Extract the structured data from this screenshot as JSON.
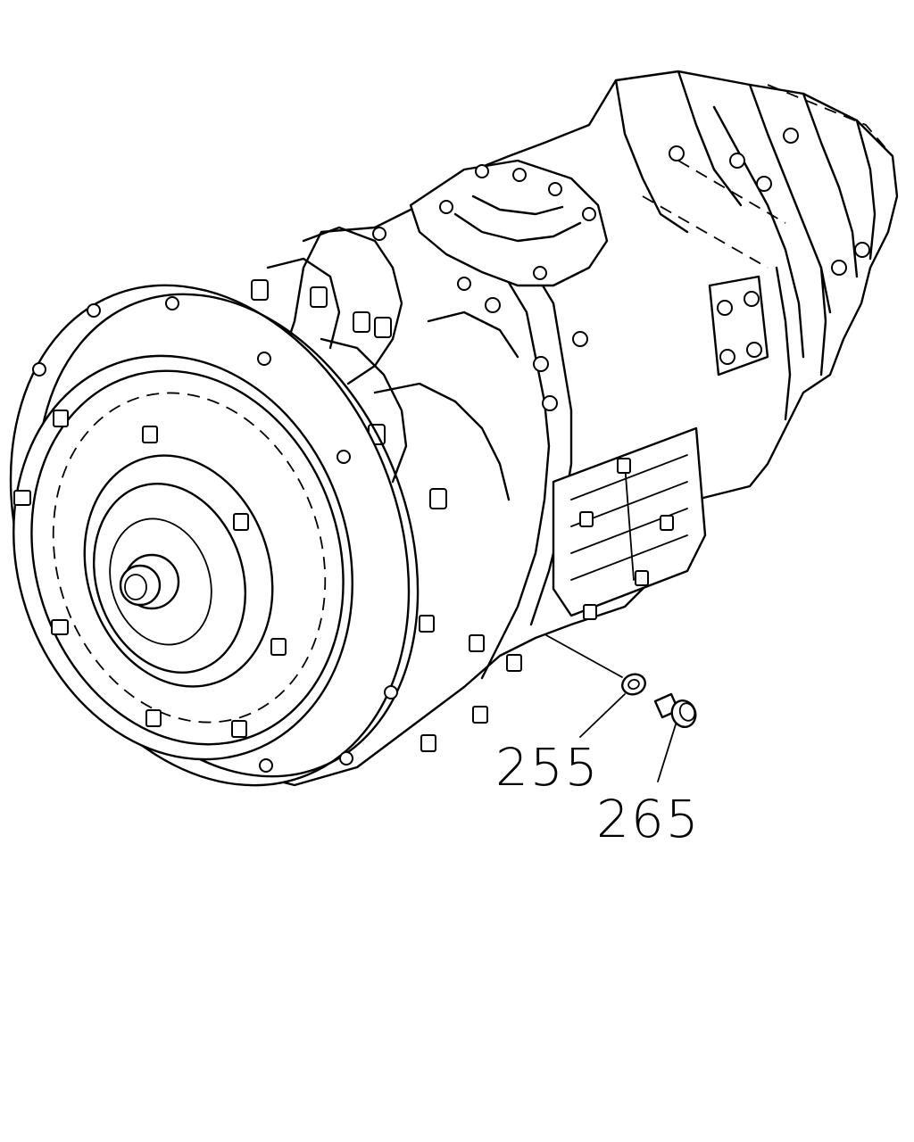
{
  "callouts": [
    {
      "label": "255",
      "part": "washer"
    },
    {
      "label": "265",
      "part": "plug"
    }
  ],
  "colors": {
    "line": "#000000",
    "background": "#ffffff"
  }
}
